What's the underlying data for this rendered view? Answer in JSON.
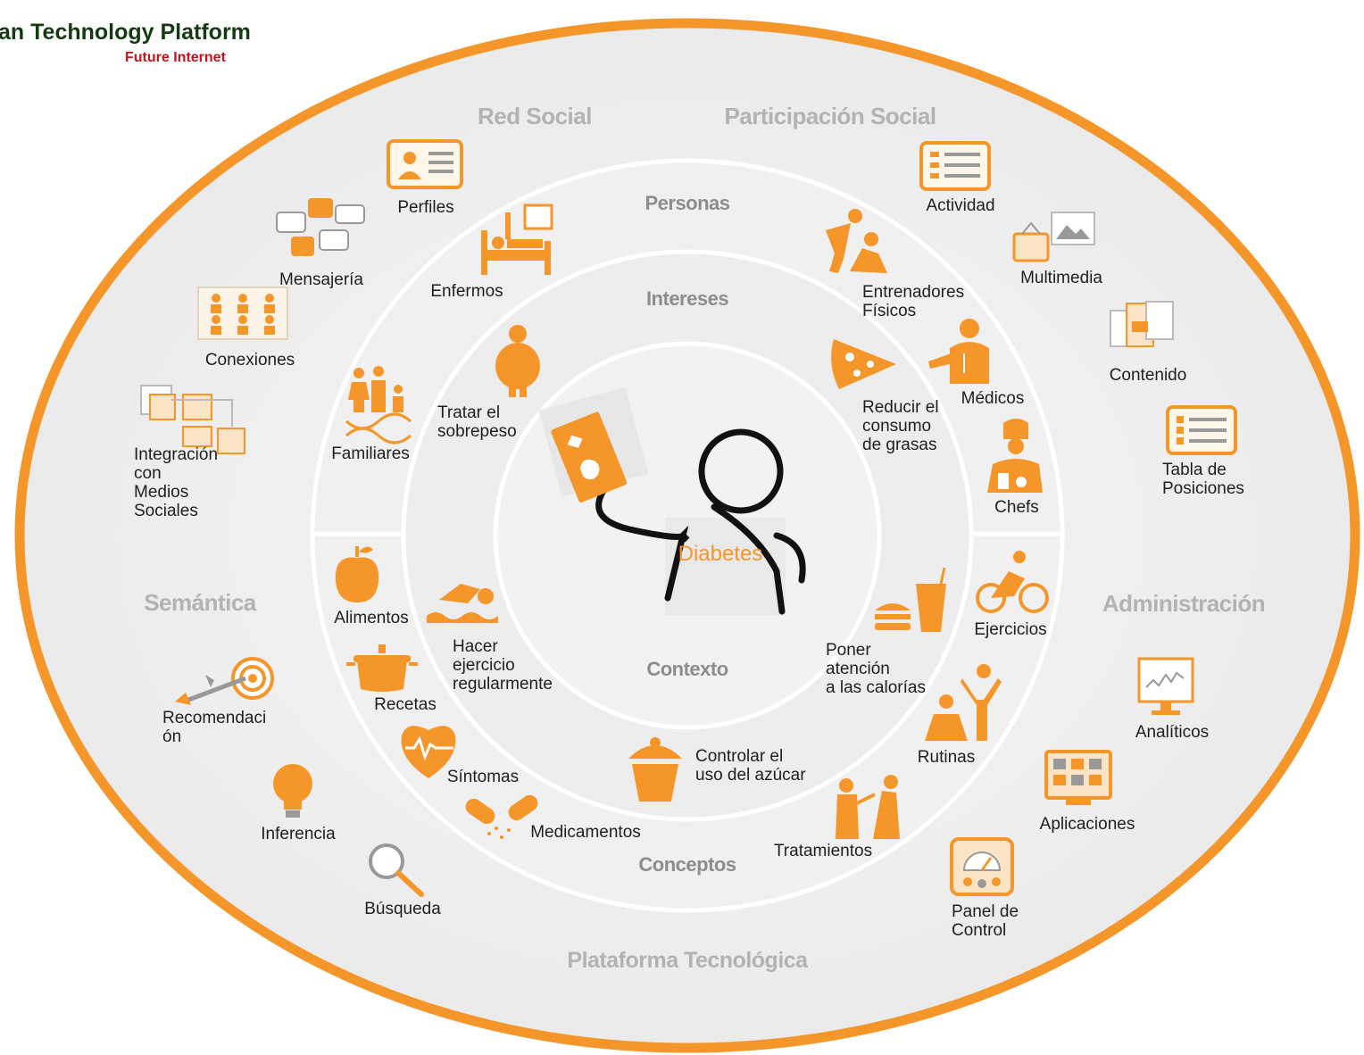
{
  "header": {
    "title": "an Technology Platform",
    "subtitle": "Future Internet"
  },
  "outer_sections": {
    "red_social": "Red Social",
    "participacion_social": "Participación Social",
    "semantica": "Semántica",
    "administracion": "Administración",
    "plataforma": "Plataforma Tecnológica"
  },
  "rings": {
    "personas": "Personas",
    "intereses": "Intereses",
    "contexto": "Contexto",
    "conceptos": "Conceptos"
  },
  "center": {
    "label": "Diabetes"
  },
  "outer_items": {
    "perfiles": "Perfiles",
    "mensajeria": "Mensajería",
    "conexiones": "Conexiones",
    "integracion": [
      "Integración",
      "con",
      "Medios",
      "Sociales"
    ],
    "actividad": "Actividad",
    "multimedia": "Multimedia",
    "contenido": "Contenido",
    "tabla": [
      "Tabla de",
      "Posiciones"
    ],
    "recomendacion": [
      "Recomendaci",
      "ón"
    ],
    "inferencia": "Inferencia",
    "busqueda": "Búsqueda",
    "analiticos": "Analíticos",
    "aplicaciones": "Aplicaciones",
    "panel": [
      "Panel de",
      "Control"
    ]
  },
  "inner_items": {
    "enfermos": "Enfermos",
    "entrenadores": [
      "Entrenadores",
      "Físicos"
    ],
    "medicos": "Médicos",
    "chefs": "Chefs",
    "familiares": "Familiares",
    "sobrepeso": [
      "Tratar el",
      "sobrepeso"
    ],
    "grasas": [
      "Reducir el",
      "consumo",
      "de grasas"
    ],
    "alimentos": "Alimentos",
    "ejercicio": [
      "Hacer",
      "ejercicio",
      "regularmente"
    ],
    "recetas": "Recetas",
    "calorias": [
      "Poner",
      "atención",
      "a las calorías"
    ],
    "ejercicios": "Ejercicios",
    "sintomas": "Síntomas",
    "azucar": [
      "Controlar el",
      "uso del azúcar"
    ],
    "rutinas": "Rutinas",
    "medicamentos": "Medicamentos",
    "tratamientos": "Tratamientos"
  },
  "colors": {
    "accent": "#f5962a",
    "ring_bg": "#ededed",
    "ring_line": "#ffffff",
    "brand_green": "#143a10",
    "brand_red": "#c6141a"
  }
}
